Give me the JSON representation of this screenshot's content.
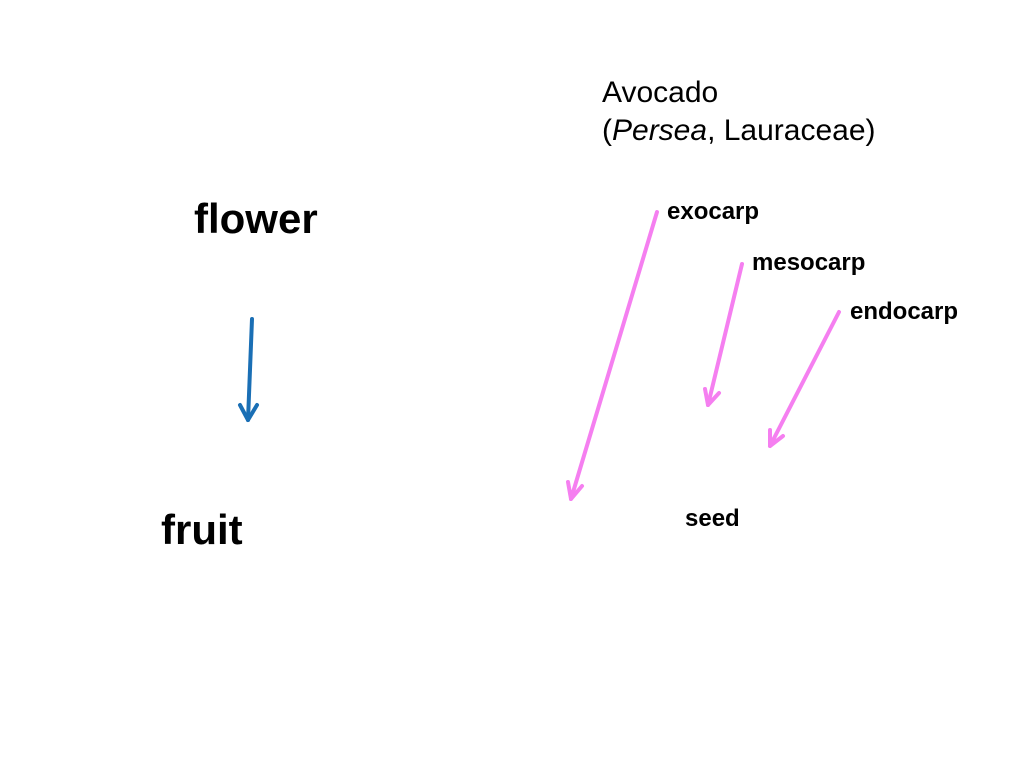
{
  "labels": {
    "flower": "flower",
    "fruit": "fruit",
    "exocarp": "exocarp",
    "mesocarp": "mesocarp",
    "endocarp": "endocarp",
    "seed": "seed"
  },
  "title": {
    "line1": "Avocado",
    "open_paren": "(",
    "genus": "Persea",
    "family": ", Lauraceae)"
  },
  "colors": {
    "flow_arrow": "#1a6fb5",
    "pointer_arrow": "#f57ff0",
    "text": "#000000"
  }
}
